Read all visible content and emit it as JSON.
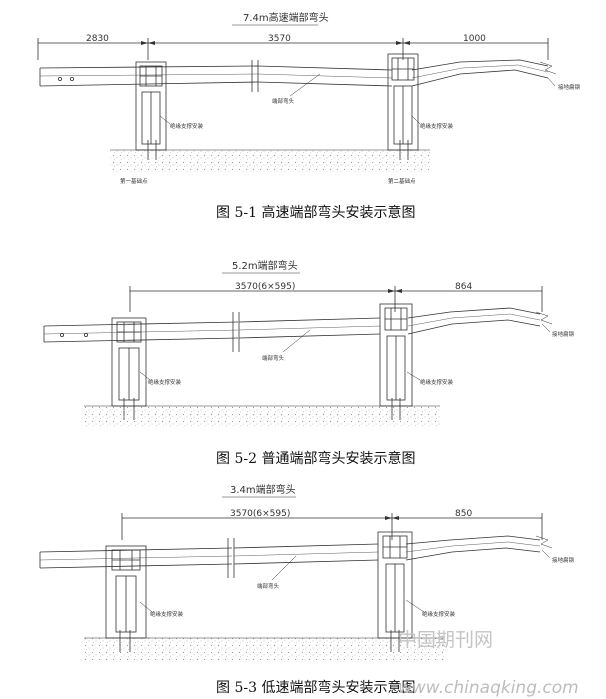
{
  "diagrams": [
    {
      "id": "high-speed",
      "header": "7.4m高速端部弯头",
      "dims": [
        "2830",
        "3570",
        "1000"
      ],
      "labels": {
        "end_bend": "端部弯头",
        "brace_left": "绝缘支撑安装",
        "brace_right": "绝缘支撑安装",
        "ground_post": "接地扁钢",
        "post1": "第一基础点",
        "post2": "第二基础点"
      },
      "caption": "图 5-1  高速端部弯头安装示意图"
    },
    {
      "id": "normal",
      "header": "5.2m端部弯头",
      "dims": [
        "3570(6×595)",
        "864"
      ],
      "labels": {
        "end_bend": "端部弯头",
        "brace_left": "绝缘支撑安装",
        "brace_right": "绝缘支撑安装",
        "ground_post": "接地扁钢"
      },
      "caption": "图 5-2 普通端部弯头安装示意图"
    },
    {
      "id": "low-speed",
      "header": "3.4m端部弯头",
      "dims": [
        "3570(6×595)",
        "850"
      ],
      "labels": {
        "end_bend": "端部弯头",
        "brace_left": "绝缘支撑安装",
        "brace_right": "绝缘支撑安装",
        "ground_post": "接地扁钢"
      },
      "caption": "图 5-3 低速端部弯头安装示意图"
    }
  ],
  "watermark": {
    "logo_text": "中国期刊网",
    "url_text": "www.chinaqking.com"
  },
  "colors": {
    "line": "#333333",
    "soil": "#9a9a9a",
    "watermark": "#c4c4c4"
  }
}
